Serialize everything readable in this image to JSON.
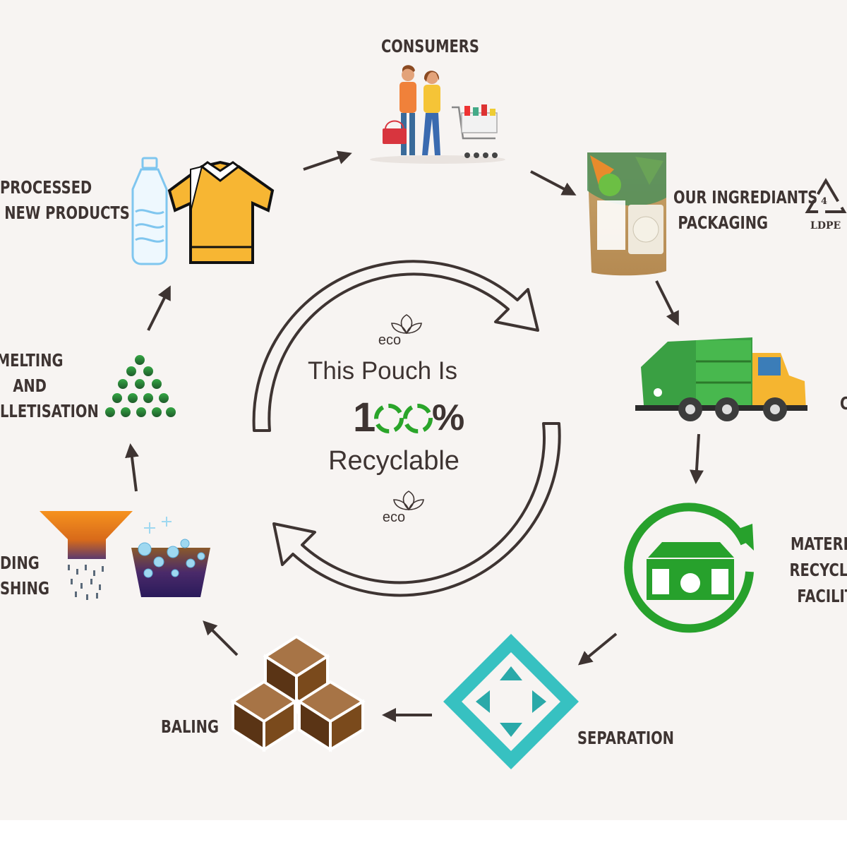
{
  "center": {
    "eco_top": "eco",
    "line1": "This Pouch Is",
    "percent_1": "1",
    "percent_sign": "%",
    "line3": "Recyclable",
    "eco_bottom": "eco"
  },
  "steps": {
    "consumers": [
      "CONSUMERS"
    ],
    "packaging": [
      "OUR INGREDIANTS",
      "PACKAGING"
    ],
    "ldpe_code": "4",
    "ldpe_text": "LDPE",
    "collection": [
      "C"
    ],
    "mrf": [
      "MATERIA",
      "RECYCLI",
      "FACILIT"
    ],
    "separation": [
      "SEPARATION"
    ],
    "baling": [
      "BALING"
    ],
    "shredding": [
      "DING",
      "SHING"
    ],
    "melting": [
      "MELTING",
      "AND",
      "LLETISATION"
    ],
    "new_products": [
      "PROCESSED",
      "NEW PRODUCTS"
    ]
  },
  "colors": {
    "text": "#3e3432",
    "arrow": "#3e3432",
    "green": "#2aa52a",
    "dark_green": "#2b7a2b",
    "teal": "#2fbdbd",
    "brown": "#7a4a1c",
    "orange": "#f28a1e",
    "yellow": "#f5b83a",
    "background": "#f7f4f2"
  }
}
